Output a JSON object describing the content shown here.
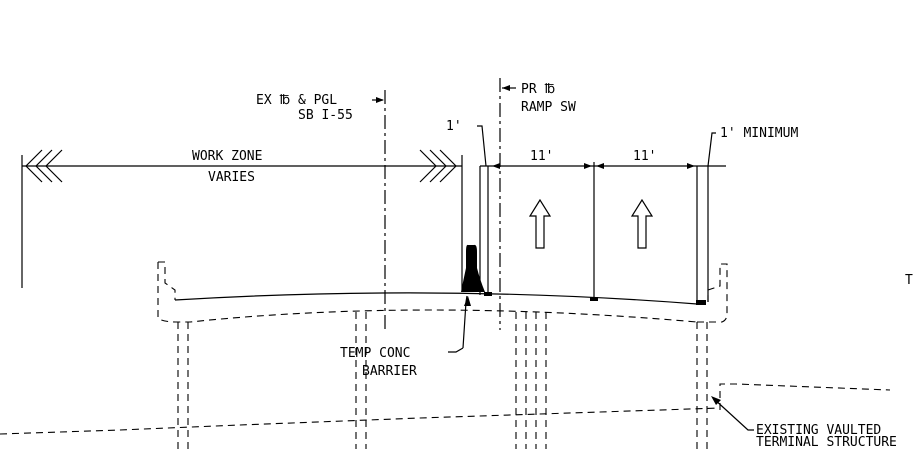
{
  "labels": {
    "ex_cl_line1": "EX ℔ & PGL",
    "ex_cl_line2": "SB I-55",
    "pr_cl_line1": "PR ℔",
    "pr_cl_line2": "RAMP SW",
    "one_ft_left": "1'",
    "lane_width_1": "11'",
    "lane_width_2": "11'",
    "one_ft_minimum": "1' MINIMUM",
    "work_zone": "WORK ZONE",
    "varies": "VARIES",
    "temp_conc": "TEMP CONC",
    "barrier": "BARRIER",
    "existing_vaulted": "EXISTING VAULTED",
    "terminal_structure": "TERMINAL STRUCTURE",
    "edge_fragment": "T"
  }
}
